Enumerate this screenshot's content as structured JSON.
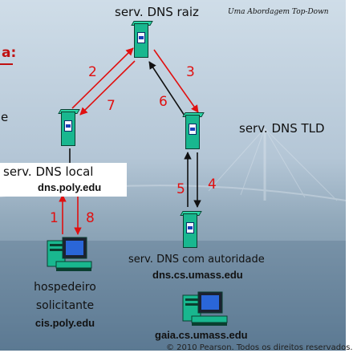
{
  "title": "serv. DNS raiz",
  "subtitle": "Uma Abordagem Top-Down",
  "tld_label": "serv. DNS TLD",
  "local_label": "serv. DNS local",
  "local_host": "dns.poly.edu",
  "auth_label": "serv. DNS com autoridade",
  "auth_host": "dns.cs.umass.edu",
  "requesting_line1": "hospedeiro",
  "requesting_line2": "solicitante",
  "requesting_host": "cis.poly.edu",
  "target_host": "gaia.cs.umass.edu",
  "copyright": "© 2010 Pearson. Todos os direitos reservados.",
  "edge_fragment": "e",
  "left_fragment": "a:",
  "steps": [
    "1",
    "2",
    "3",
    "4",
    "5",
    "6",
    "7",
    "8"
  ],
  "colors": {
    "arrow": "#e01010",
    "server": "#19b78f"
  }
}
